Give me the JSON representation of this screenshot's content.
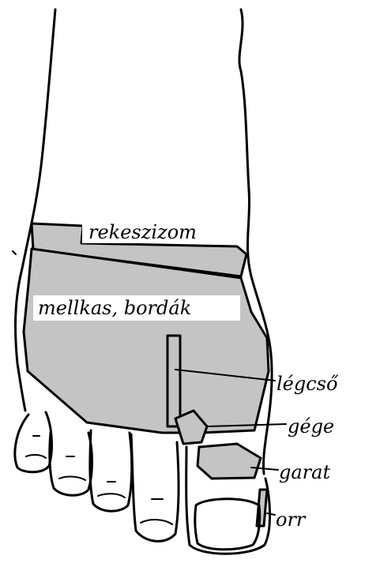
{
  "colors": {
    "zone_fill": "#c4c4c4",
    "outline": "#000000",
    "background": "#ffffff"
  },
  "labels": {
    "diaphragm": "rekeszizom",
    "chest_ribs": "mellkas, bordák",
    "trachea": "légcső",
    "larynx": "gége",
    "pharynx": "garat",
    "nose": "orr"
  }
}
